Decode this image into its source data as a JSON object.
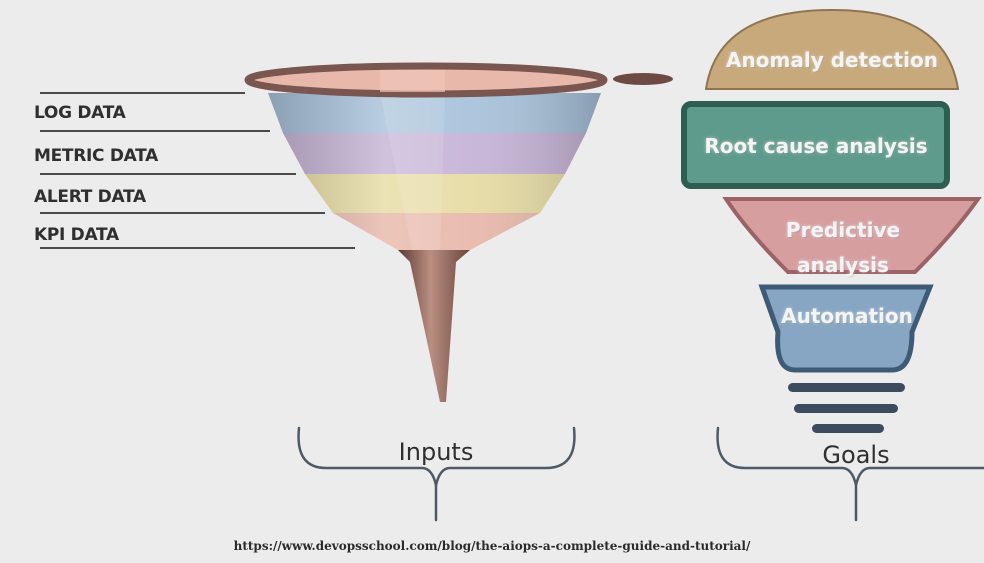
{
  "inputs": {
    "items": [
      "LOG DATA",
      "METRIC DATA",
      "ALERT DATA",
      "KPI DATA"
    ],
    "bracket_label": "Inputs"
  },
  "goals": {
    "items": [
      "Anomaly detection",
      "Root cause analysis",
      "Predictive analysis",
      "Automation"
    ],
    "bracket_label": "Goals"
  },
  "source_url": "https://www.devopsschool.com/blog/the-aiops-a-complete-guide-and-tutorial/",
  "colors": {
    "funnel_rim": "#7a5650",
    "funnel_layer_1": "#a9c3db",
    "funnel_layer_2": "#c6b4d6",
    "funnel_layer_3": "#e7dca5",
    "funnel_layer_4": "#e8b9ab",
    "funnel_spout": "#8d5f55",
    "anomaly_detection": "#c8a97c",
    "root_cause_analysis": "#5f9b8c",
    "predictive_analysis": "#d79ea0",
    "automation": "#86a6c4",
    "bulb_base": "#3c4c5e"
  }
}
